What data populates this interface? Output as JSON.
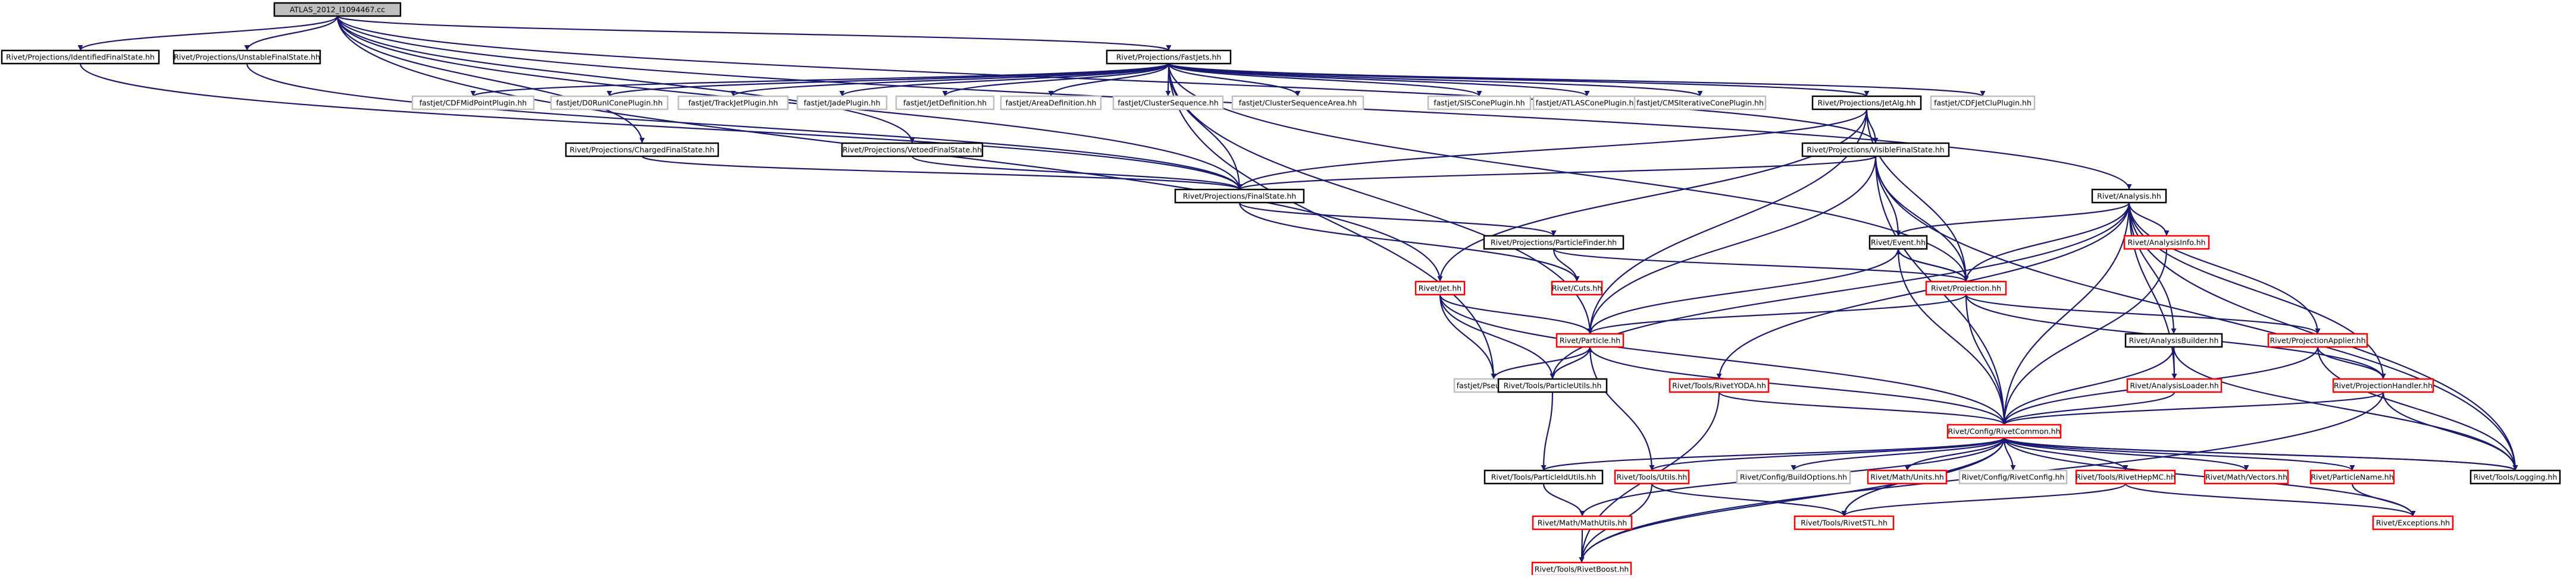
{
  "colors": {
    "background": "#ffffff",
    "root_fill": "#bfbfbf",
    "border_black": "#000000",
    "border_red": "#ff0000",
    "border_gray": "#bfbfbf",
    "edge": "#191970"
  },
  "nodes": [
    {
      "id": "root",
      "label": "ATLAS_2012_I1094467.cc",
      "style": "root"
    },
    {
      "id": "idfs",
      "label": "Rivet/Projections/IdentifiedFinalState.hh",
      "style": "black"
    },
    {
      "id": "ufs",
      "label": "Rivet/Projections/UnstableFinalState.hh",
      "style": "black"
    },
    {
      "id": "fastjets",
      "label": "Rivet/Projections/FastJets.hh",
      "style": "black"
    },
    {
      "id": "cdfmidpoint",
      "label": "fastjet/CDFMidPointPlugin.hh",
      "style": "gray"
    },
    {
      "id": "d0run1",
      "label": "fastjet/D0RunIConePlugin.hh",
      "style": "gray"
    },
    {
      "id": "trackjet",
      "label": "fastjet/TrackJetPlugin.hh",
      "style": "gray"
    },
    {
      "id": "jade",
      "label": "fastjet/JadePlugin.hh",
      "style": "gray"
    },
    {
      "id": "jetdef",
      "label": "fastjet/JetDefinition.hh",
      "style": "gray"
    },
    {
      "id": "areadef",
      "label": "fastjet/AreaDefinition.hh",
      "style": "gray"
    },
    {
      "id": "clusterseq",
      "label": "fastjet/ClusterSequence.hh",
      "style": "gray"
    },
    {
      "id": "clusterseqarea",
      "label": "fastjet/ClusterSequenceArea.hh",
      "style": "gray"
    },
    {
      "id": "siscone",
      "label": "fastjet/SISConePlugin.hh",
      "style": "gray"
    },
    {
      "id": "atlascone",
      "label": "fastjet/ATLASConePlugin.hh",
      "style": "gray"
    },
    {
      "id": "cmsiter",
      "label": "fastjet/CMSIterativeConePlugin.hh",
      "style": "gray"
    },
    {
      "id": "jetalg",
      "label": "Rivet/Projections/JetAlg.hh",
      "style": "black"
    },
    {
      "id": "cdfjetclu",
      "label": "fastjet/CDFJetCluPlugin.hh",
      "style": "gray"
    },
    {
      "id": "chargedfs",
      "label": "Rivet/Projections/ChargedFinalState.hh",
      "style": "black"
    },
    {
      "id": "vetoedfs",
      "label": "Rivet/Projections/VetoedFinalState.hh",
      "style": "black"
    },
    {
      "id": "visiblefs",
      "label": "Rivet/Projections/VisibleFinalState.hh",
      "style": "black"
    },
    {
      "id": "analysis",
      "label": "Rivet/Analysis.hh",
      "style": "black"
    },
    {
      "id": "finalstate",
      "label": "Rivet/Projections/FinalState.hh",
      "style": "black"
    },
    {
      "id": "particlefinder",
      "label": "Rivet/Projections/ParticleFinder.hh",
      "style": "black"
    },
    {
      "id": "event",
      "label": "Rivet/Event.hh",
      "style": "black"
    },
    {
      "id": "analysisinfo",
      "label": "Rivet/AnalysisInfo.hh",
      "style": "red"
    },
    {
      "id": "cuts",
      "label": "Rivet/Cuts.hh",
      "style": "red"
    },
    {
      "id": "jet",
      "label": "Rivet/Jet.hh",
      "style": "red"
    },
    {
      "id": "projection",
      "label": "Rivet/Projection.hh",
      "style": "red"
    },
    {
      "id": "particle",
      "label": "Rivet/Particle.hh",
      "style": "red"
    },
    {
      "id": "projapplier",
      "label": "Rivet/ProjectionApplier.hh",
      "style": "red"
    },
    {
      "id": "analysisbuilder",
      "label": "Rivet/AnalysisBuilder.hh",
      "style": "black"
    },
    {
      "id": "pseudojet",
      "label": "fastjet/PseudoJet.hh",
      "style": "gray"
    },
    {
      "id": "particleutils",
      "label": "Rivet/Tools/ParticleUtils.hh",
      "style": "black"
    },
    {
      "id": "rivetyoda",
      "label": "Rivet/Tools/RivetYODA.hh",
      "style": "red"
    },
    {
      "id": "analysisloader",
      "label": "Rivet/AnalysisLoader.hh",
      "style": "red"
    },
    {
      "id": "projhandler",
      "label": "Rivet/ProjectionHandler.hh",
      "style": "red"
    },
    {
      "id": "rivetcommon",
      "label": "Rivet/Config/RivetCommon.hh",
      "style": "red"
    },
    {
      "id": "particleidutils",
      "label": "Rivet/Tools/ParticleIdUtils.hh",
      "style": "black"
    },
    {
      "id": "utils",
      "label": "Rivet/Tools/Utils.hh",
      "style": "red"
    },
    {
      "id": "buildoptions",
      "label": "Rivet/Config/BuildOptions.hh",
      "style": "gray"
    },
    {
      "id": "units",
      "label": "Rivet/Math/Units.hh",
      "style": "red"
    },
    {
      "id": "rivetconfig",
      "label": "Rivet/Config/RivetConfig.hh",
      "style": "gray"
    },
    {
      "id": "rivethepmc",
      "label": "Rivet/Tools/RivetHepMC.hh",
      "style": "red"
    },
    {
      "id": "vectors",
      "label": "Rivet/Math/Vectors.hh",
      "style": "red"
    },
    {
      "id": "particlename",
      "label": "Rivet/ParticleName.hh",
      "style": "red"
    },
    {
      "id": "logging",
      "label": "Rivet/Tools/Logging.hh",
      "style": "black"
    },
    {
      "id": "mathutils",
      "label": "Rivet/Math/MathUtils.hh",
      "style": "red"
    },
    {
      "id": "rivetstl",
      "label": "Rivet/Tools/RivetSTL.hh",
      "style": "red"
    },
    {
      "id": "exceptions",
      "label": "Rivet/Exceptions.hh",
      "style": "red"
    },
    {
      "id": "rivetboost",
      "label": "Rivet/Tools/RivetBoost.hh",
      "style": "red"
    }
  ],
  "edges": [
    [
      "root",
      "idfs"
    ],
    [
      "root",
      "ufs"
    ],
    [
      "root",
      "fastjets"
    ],
    [
      "root",
      "analysis"
    ],
    [
      "root",
      "chargedfs"
    ],
    [
      "root",
      "vetoedfs"
    ],
    [
      "root",
      "finalstate"
    ],
    [
      "root",
      "jet"
    ],
    [
      "root",
      "visiblefs"
    ],
    [
      "idfs",
      "finalstate"
    ],
    [
      "ufs",
      "finalstate"
    ],
    [
      "fastjets",
      "cdfmidpoint"
    ],
    [
      "fastjets",
      "d0run1"
    ],
    [
      "fastjets",
      "trackjet"
    ],
    [
      "fastjets",
      "jade"
    ],
    [
      "fastjets",
      "jetdef"
    ],
    [
      "fastjets",
      "areadef"
    ],
    [
      "fastjets",
      "clusterseq"
    ],
    [
      "fastjets",
      "clusterseqarea"
    ],
    [
      "fastjets",
      "siscone"
    ],
    [
      "fastjets",
      "atlascone"
    ],
    [
      "fastjets",
      "cmsiter"
    ],
    [
      "fastjets",
      "jetalg"
    ],
    [
      "fastjets",
      "cdfjetclu"
    ],
    [
      "fastjets",
      "finalstate"
    ],
    [
      "fastjets",
      "particle"
    ],
    [
      "fastjets",
      "pseudojet"
    ],
    [
      "fastjets",
      "projection"
    ],
    [
      "jetalg",
      "finalstate"
    ],
    [
      "jetalg",
      "visiblefs"
    ],
    [
      "jetalg",
      "jet"
    ],
    [
      "jetalg",
      "particle"
    ],
    [
      "jetalg",
      "projection"
    ],
    [
      "chargedfs",
      "finalstate"
    ],
    [
      "vetoedfs",
      "finalstate"
    ],
    [
      "visiblefs",
      "finalstate"
    ],
    [
      "visiblefs",
      "event"
    ],
    [
      "visiblefs",
      "projection"
    ],
    [
      "visiblefs",
      "particle"
    ],
    [
      "visiblefs",
      "rivetcommon"
    ],
    [
      "visiblefs",
      "logging"
    ],
    [
      "finalstate",
      "particlefinder"
    ],
    [
      "finalstate",
      "cuts"
    ],
    [
      "particlefinder",
      "cuts"
    ],
    [
      "particlefinder",
      "projection"
    ],
    [
      "analysis",
      "analysisinfo"
    ],
    [
      "analysis",
      "event"
    ],
    [
      "analysis",
      "projection"
    ],
    [
      "analysis",
      "projapplier"
    ],
    [
      "analysis",
      "analysisbuilder"
    ],
    [
      "analysis",
      "analysisloader"
    ],
    [
      "analysis",
      "projhandler"
    ],
    [
      "analysis",
      "rivetyoda"
    ],
    [
      "analysis",
      "rivetcommon"
    ],
    [
      "analysis",
      "logging"
    ],
    [
      "analysis",
      "particleutils"
    ],
    [
      "analysisinfo",
      "rivetcommon"
    ],
    [
      "event",
      "projection"
    ],
    [
      "event",
      "particle"
    ],
    [
      "event",
      "rivetcommon"
    ],
    [
      "projection",
      "event"
    ],
    [
      "projection",
      "particle"
    ],
    [
      "projection",
      "projapplier"
    ],
    [
      "projection",
      "projhandler"
    ],
    [
      "projection",
      "rivetcommon"
    ],
    [
      "jet",
      "particle"
    ],
    [
      "jet",
      "pseudojet"
    ],
    [
      "jet",
      "particleutils"
    ],
    [
      "jet",
      "rivetcommon"
    ],
    [
      "particle",
      "pseudojet"
    ],
    [
      "particle",
      "particleutils"
    ],
    [
      "particle",
      "utils"
    ],
    [
      "particle",
      "rivetcommon"
    ],
    [
      "particleutils",
      "particle"
    ],
    [
      "particleutils",
      "particleidutils"
    ],
    [
      "projapplier",
      "rivetcommon"
    ],
    [
      "projapplier",
      "projhandler"
    ],
    [
      "projapplier",
      "logging"
    ],
    [
      "analysisbuilder",
      "analysisloader"
    ],
    [
      "analysisbuilder",
      "rivetcommon"
    ],
    [
      "analysisbuilder",
      "logging"
    ],
    [
      "analysisloader",
      "rivetcommon"
    ],
    [
      "projhandler",
      "rivetcommon"
    ],
    [
      "projhandler",
      "logging"
    ],
    [
      "projhandler",
      "rivetboost"
    ],
    [
      "rivetyoda",
      "rivetcommon"
    ],
    [
      "rivetyoda",
      "rivetboost"
    ],
    [
      "rivetcommon",
      "particleidutils"
    ],
    [
      "rivetcommon",
      "utils"
    ],
    [
      "rivetcommon",
      "buildoptions"
    ],
    [
      "rivetcommon",
      "units"
    ],
    [
      "rivetcommon",
      "rivetconfig"
    ],
    [
      "rivetcommon",
      "rivethepmc"
    ],
    [
      "rivetcommon",
      "vectors"
    ],
    [
      "rivetcommon",
      "particlename"
    ],
    [
      "rivetcommon",
      "logging"
    ],
    [
      "rivetcommon",
      "mathutils"
    ],
    [
      "rivetcommon",
      "rivetstl"
    ],
    [
      "rivetcommon",
      "exceptions"
    ],
    [
      "rivetcommon",
      "rivetboost"
    ],
    [
      "logging",
      "rivetcommon"
    ],
    [
      "particleidutils",
      "mathutils"
    ],
    [
      "utils",
      "rivetboost"
    ],
    [
      "utils",
      "rivetstl"
    ],
    [
      "mathutils",
      "rivetboost"
    ],
    [
      "rivethepmc",
      "rivetstl"
    ],
    [
      "rivethepmc",
      "exceptions"
    ],
    [
      "particlename",
      "exceptions"
    ]
  ]
}
